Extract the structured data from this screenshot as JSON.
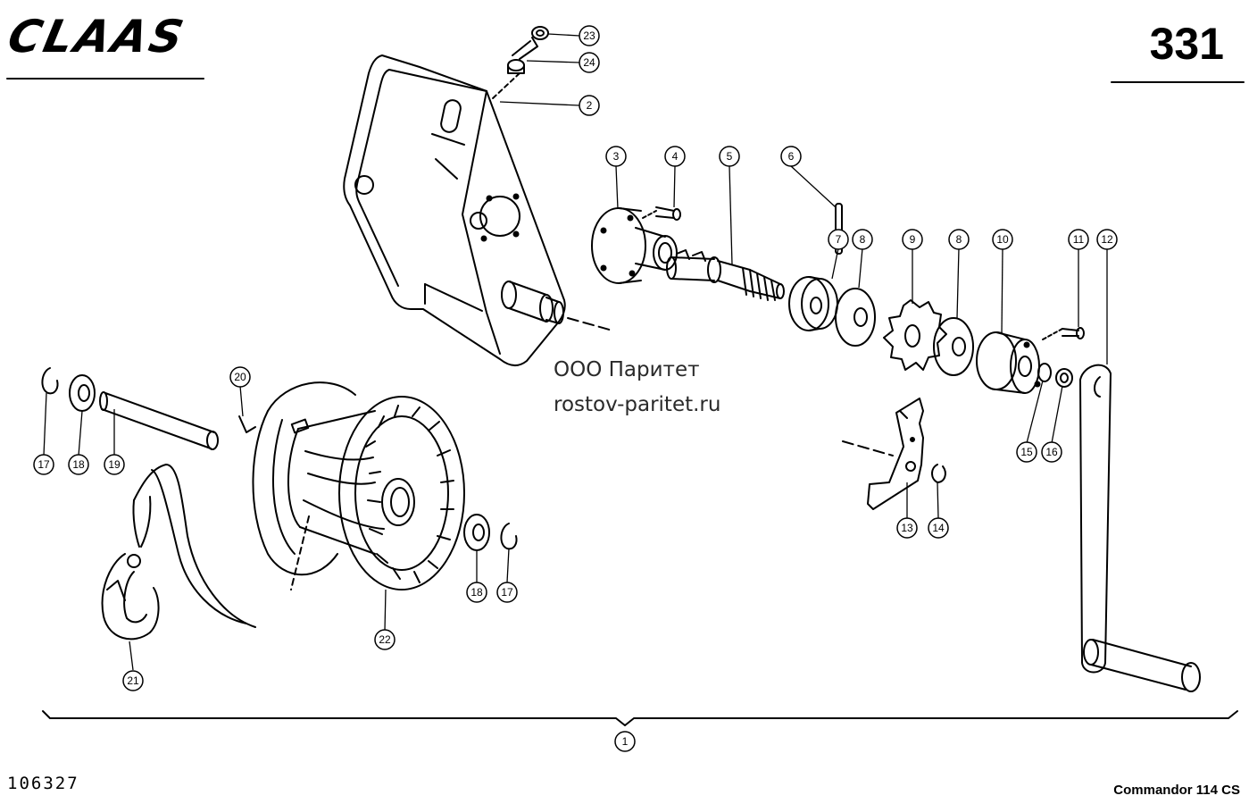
{
  "header": {
    "brand": "CLAAS",
    "page_number": "331"
  },
  "watermark": {
    "company": "ООО Паритет",
    "website": "rostov-paritet.ru"
  },
  "footer": {
    "drawing_code": "106327",
    "model": "Commandor 114 CS"
  },
  "callouts": [
    "1",
    "2",
    "3",
    "4",
    "5",
    "6",
    "7",
    "8",
    "8",
    "9",
    "10",
    "11",
    "12",
    "13",
    "14",
    "15",
    "16",
    "17",
    "17",
    "18",
    "18",
    "19",
    "20",
    "21",
    "22",
    "23",
    "24"
  ]
}
